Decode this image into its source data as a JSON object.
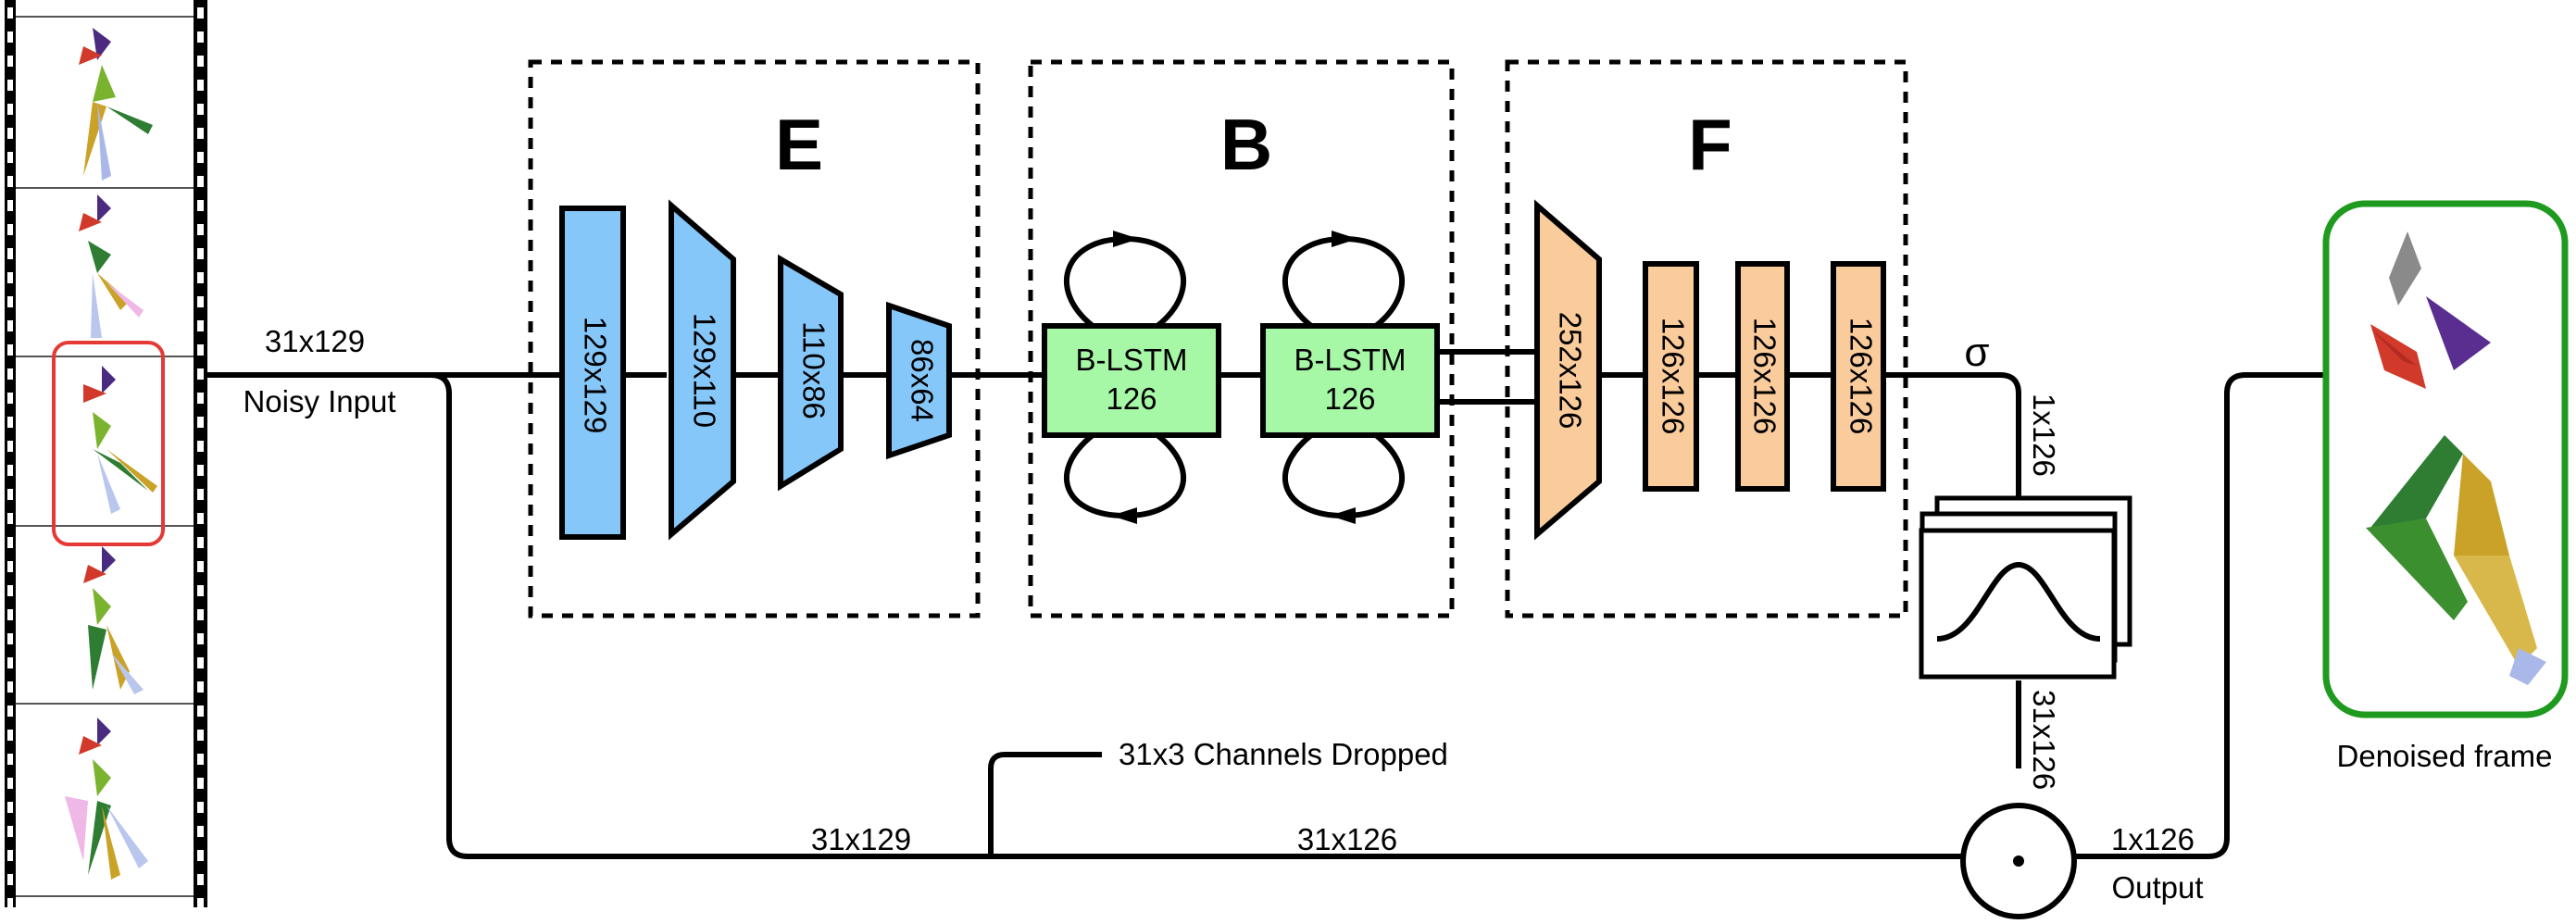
{
  "input": {
    "dims": "31x129",
    "label": "Noisy Input"
  },
  "encoder": {
    "title": "E",
    "layers": [
      {
        "label": "129x129",
        "color": "#86c7fa"
      },
      {
        "label": "129x110",
        "color": "#86c7fa"
      },
      {
        "label": "110x86",
        "color": "#86c7fa"
      },
      {
        "label": "86x64",
        "color": "#86c7fa"
      }
    ]
  },
  "bottleneck": {
    "title": "B",
    "cells": [
      {
        "line1": "B-LSTM",
        "line2": "126",
        "color": "#a6f7a6"
      },
      {
        "line1": "B-LSTM",
        "line2": "126",
        "color": "#a6f7a6"
      }
    ]
  },
  "fusion": {
    "title": "F",
    "layers": [
      {
        "label": "252x126",
        "color": "#fbcc9b"
      },
      {
        "label": "126x126",
        "color": "#fbcc9b"
      },
      {
        "label": "126x126",
        "color": "#fbcc9b"
      },
      {
        "label": "126x126",
        "color": "#fbcc9b"
      }
    ]
  },
  "sigma": {
    "symbol": "σ",
    "dims": "1x126"
  },
  "gaussian_dims": "31x126",
  "skip": {
    "dims_before": "31x129",
    "dropped_label": "31x3 Channels Dropped",
    "dims_after": "31x126"
  },
  "output": {
    "dims": "1x126",
    "label": "Output"
  },
  "denoised_label": "Denoised frame",
  "colors": {
    "frame_highlight": "#e53935",
    "output_highlight": "#1e9a1e"
  }
}
